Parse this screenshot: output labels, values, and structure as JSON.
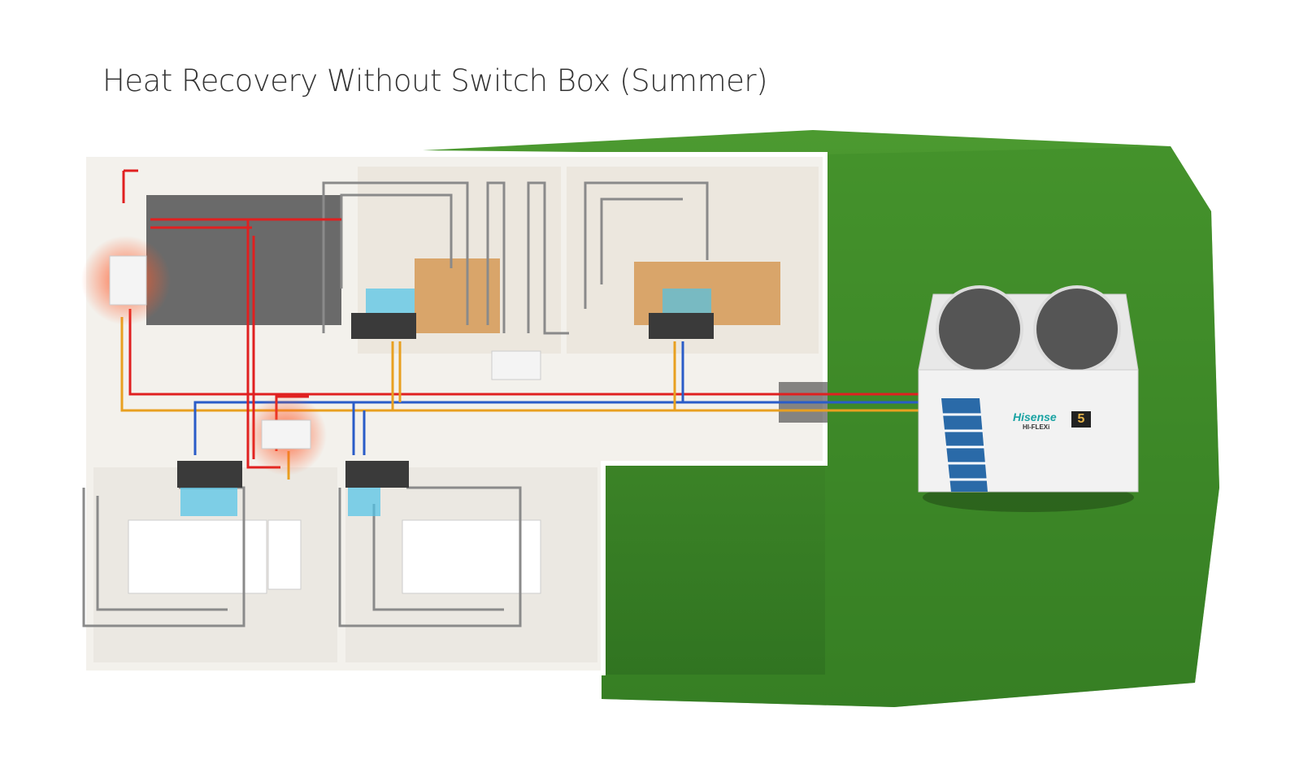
{
  "title": "Heat Recovery Without Switch Box (Summer)",
  "outdoor_unit": {
    "brand": "Hisense",
    "series": "HI-FLEXi",
    "badge": "5"
  },
  "colors": {
    "liquid_pipe": "#e8a020",
    "gas_pipe_hot": "#e02020",
    "gas_pipe_cold": "#2a5cc8",
    "drain_pipe": "#808080",
    "grass": "#3d8a2a",
    "cool_air": "#4fc3e8",
    "heat_glow": "#ff6a3a"
  }
}
